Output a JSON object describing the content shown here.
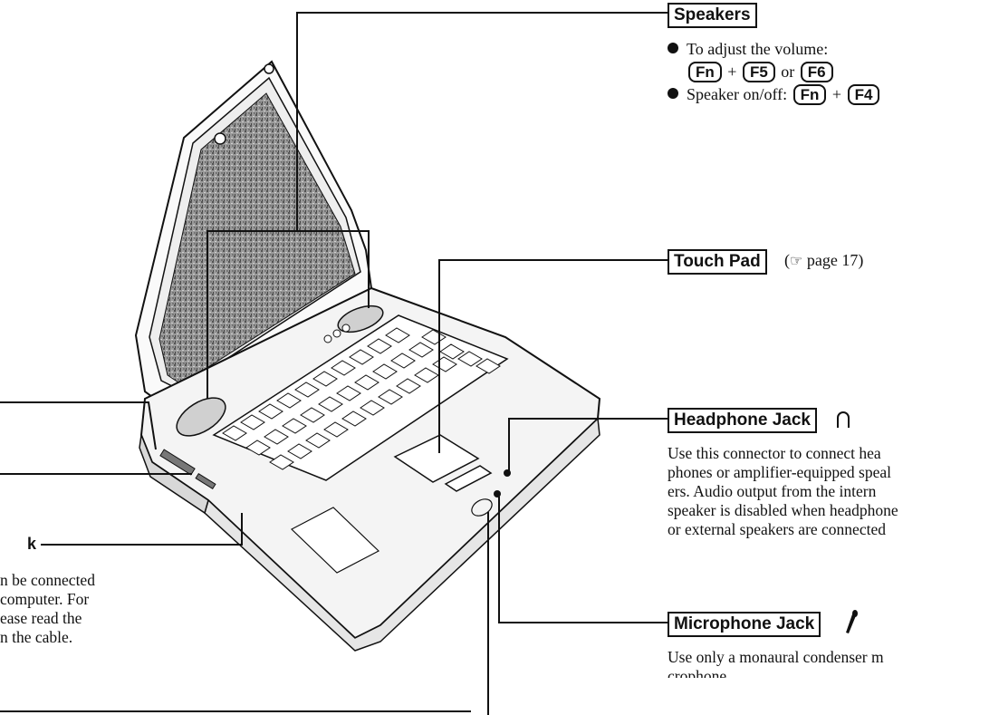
{
  "speakers": {
    "title": "Speakers",
    "volume_text": "To adjust the volume:",
    "fn_key": "Fn",
    "plus": "+",
    "or": "or",
    "f5_key": "F5",
    "f6_key": "F6",
    "onoff_text": "Speaker on/off:",
    "fn_key2": "Fn",
    "plus2": "+",
    "f4_key": "F4"
  },
  "touch_pad": {
    "title": "Touch Pad",
    "ref_open": "(",
    "hand_icon": "pointing-hand-icon",
    "ref_text": " page 17)"
  },
  "headphone": {
    "title": "Headphone Jack",
    "icon": "headphone-icon",
    "lines": [
      "Use this connector to connect  hea",
      "phones or amplifier-equipped speal",
      "ers.  Audio output from the intern",
      "speaker is disabled when headphone",
      "or external speakers are connected"
    ]
  },
  "microphone": {
    "title": "Microphone Jack",
    "icon": "microphone-icon",
    "lines": [
      "Use only a monaural condenser m",
      "crophone."
    ]
  },
  "left_partial": {
    "title_fragment": "k",
    "lines": [
      "n be connected",
      "computer. For",
      "ease read the",
      "n the cable."
    ]
  },
  "colors": {
    "ink": "#111111",
    "screen_gray": "#8a8a8a",
    "body_fill": "#f4f4f4"
  }
}
